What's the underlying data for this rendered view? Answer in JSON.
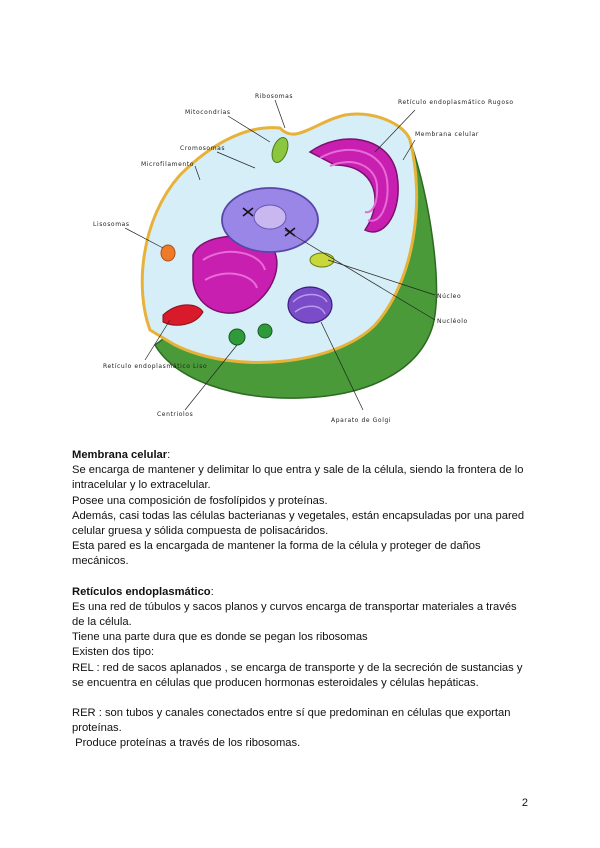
{
  "figure": {
    "labels": {
      "mitochondria": "Mitocondrias",
      "ribosomes": "Ribosomas",
      "rer": "Retículo endoplasmático Rugoso",
      "chromosomes": "Cromosomas",
      "microfilaments": "Microfilamento",
      "cell_membrane": "Membrana celular",
      "lysosomes": "Lisosomas",
      "nucleus": "Núcleo",
      "nucleolus": "Nucléolo",
      "ser": "Retículo endoplasmático Liso",
      "centrioles": "Centriolos",
      "golgi": "Aparato de Golgi"
    }
  },
  "sections": [
    {
      "title": "Membrana celular",
      "title_suffix": ":",
      "lines": [
        "Se encarga de mantener y delimitar lo que entra y sale de la célula, siendo la frontera de lo",
        "intracelular y lo extracelular.",
        "Posee una composición de fosfolípidos y proteínas.",
        "Además, casi todas las células bacterianas y vegetales, están encapsuladas por una pared",
        "celular gruesa y sólida compuesta de polisacáridos.",
        "Esta pared es la encargada de mantener la forma de la célula y proteger de daños",
        "mecánicos."
      ]
    },
    {
      "title": "Retículos endoplasmático",
      "title_suffix": ":",
      "lines": [
        "Es una red de túbulos y sacos planos y curvos encarga de transportar materiales a través",
        "de la célula.",
        "Tiene una parte dura que es donde se pegan los ribosomas",
        "Existen dos tipo:",
        "REL : red de sacos aplanados , se encarga de  transporte y de la secreción de sustancias  y",
        "se encuentra en células que producen hormonas esteroidales y células hepáticas."
      ],
      "lines_after_gap": [
        "RER : son tubos y canales conectados entre sí que predominan en células que  exportan",
        "proteínas.",
        " Produce proteínas a través de los ribosomas."
      ]
    }
  ],
  "page_number": "2"
}
